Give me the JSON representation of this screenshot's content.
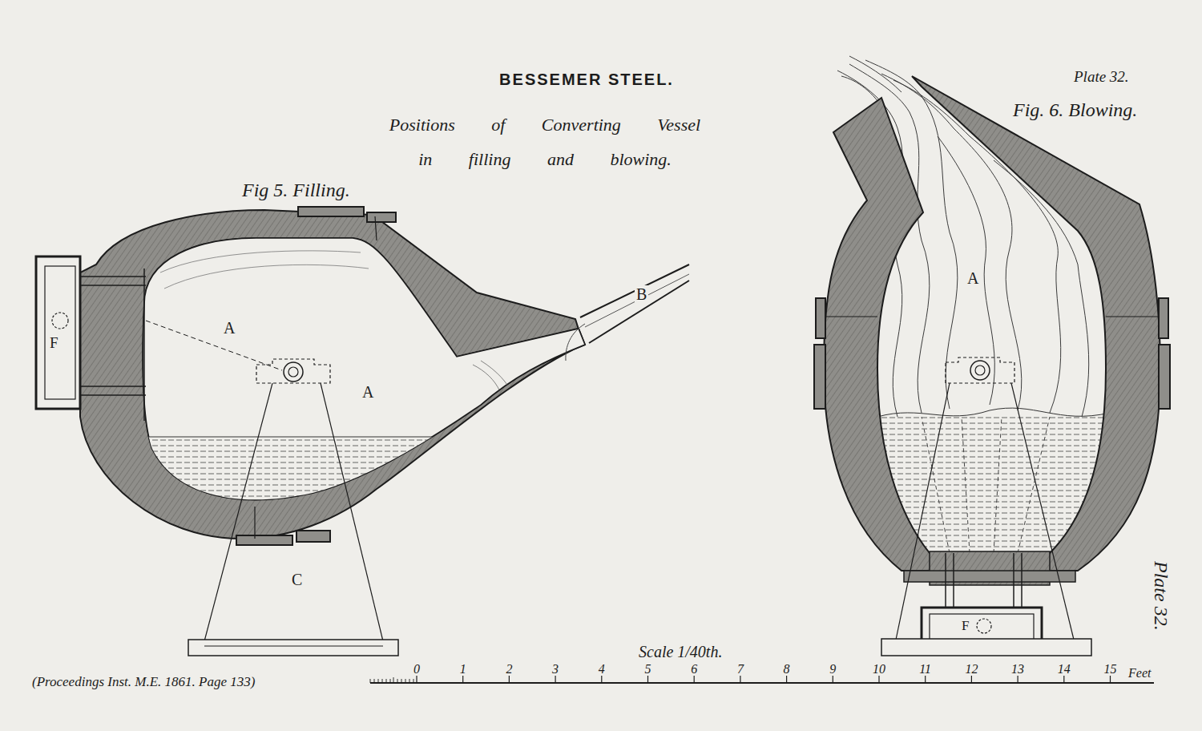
{
  "diagram": {
    "title": "BESSEMER STEEL.",
    "labels": [
      "Plate 32.",
      "Positions of Converting Vessel in filling and blowing.",
      "Fig 5. Filling.",
      "A",
      "A",
      "B",
      "F",
      "C",
      "Fig. 6. Blowing.",
      "A",
      "F",
      "Scale 1/40th.",
      "0",
      "1",
      "2",
      "3",
      "4",
      "5",
      "6",
      "7",
      "8",
      "9",
      "10",
      "11",
      "12",
      "13",
      "14",
      "15",
      "Feet",
      "(Proceedings Inst. M.E. 1861. Page 133)",
      "Plate 32."
    ]
  }
}
